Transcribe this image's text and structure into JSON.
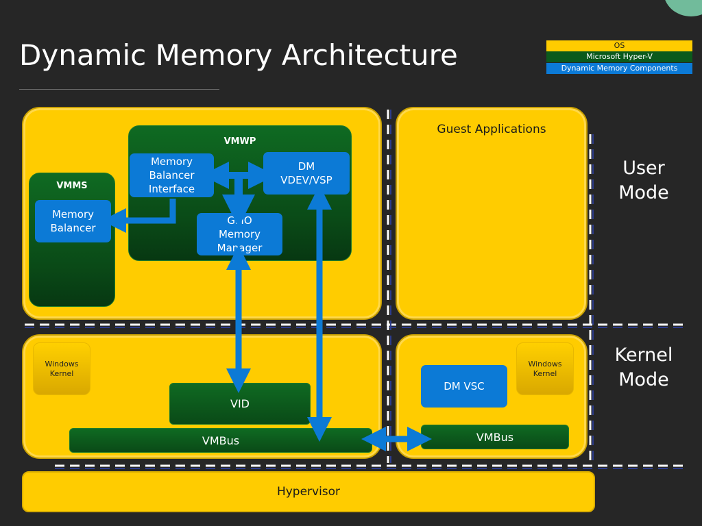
{
  "title": "Dynamic Memory Architecture",
  "legend": [
    {
      "label": "OS",
      "color": "#ffcc00",
      "text_color": "#1a1a1a"
    },
    {
      "label": "Microsoft Hyper-V",
      "color": "#0b5a1c",
      "text_color": "#ffffff"
    },
    {
      "label": "Dynamic Memory Components",
      "color": "#0c7ad6",
      "text_color": "#ffffff"
    }
  ],
  "parent_user": {
    "vmwp": "VMWP",
    "vmms": "VMMS",
    "memory_balancer": "Memory Balancer",
    "memory_balancer_interface": "Memory Balancer Interface",
    "dm_vdev_vsp": "DM VDEV/VSP",
    "gmo_memory_manager": "GMO Memory Manager"
  },
  "guest_user": {
    "guest_applications": "Guest Applications"
  },
  "modes": {
    "user": "User Mode",
    "kernel": "Kernel Mode"
  },
  "parent_kernel": {
    "windows_kernel": "Windows Kernel",
    "vid": "VID",
    "vmbus": "VMBus"
  },
  "guest_kernel": {
    "windows_kernel": "Windows Kernel",
    "dm_vsc": "DM VSC",
    "vmbus": "VMBus"
  },
  "hypervisor": "Hypervisor",
  "colors": {
    "os": "#ffcc00",
    "hyperv": "#0b5a1c",
    "dm": "#0c7ad6",
    "background": "#262626"
  }
}
